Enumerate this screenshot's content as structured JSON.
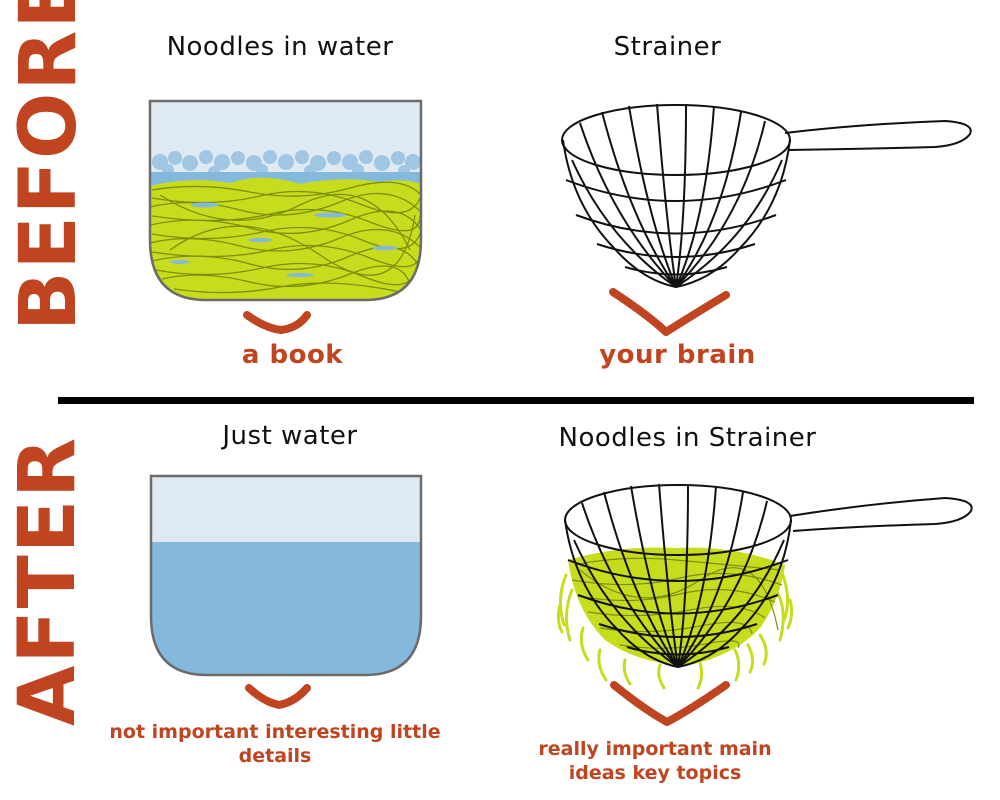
{
  "before": {
    "side_label": "BEFORE",
    "left_title": "Noodles in water",
    "left_label": "a book",
    "right_title": "Strainer",
    "right_label": "your brain"
  },
  "after": {
    "side_label": "AFTER",
    "left_title": "Just water",
    "left_label_line1": "not important interesting little",
    "left_label_line2": "details",
    "right_title": "Noodles in Strainer",
    "right_label_line1": "really important main",
    "right_label_line2": "ideas key topics"
  },
  "colors": {
    "accent": "#c0441f",
    "water": "#85b8dd",
    "pot_air": "#dfe9f2",
    "noodle": "#c8dc1e",
    "noodle_edge": "#7c8f0c"
  }
}
